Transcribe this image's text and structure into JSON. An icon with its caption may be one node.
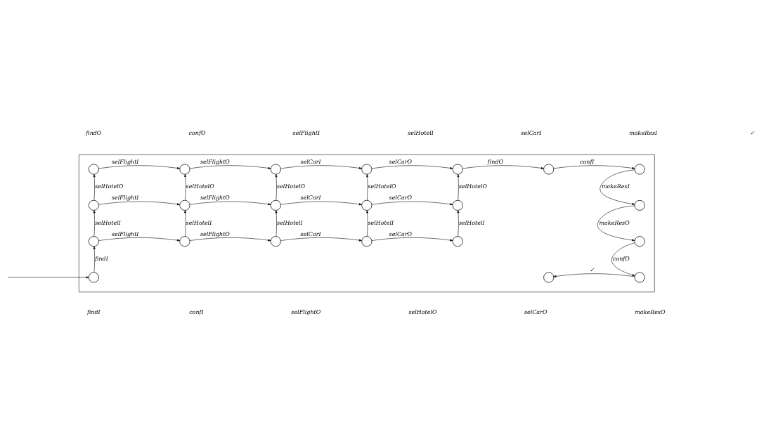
{
  "diagram": {
    "nodes": [
      {
        "text": [],
        "shape": "box"
      },
      {
        "text": [],
        "shape": "circle",
        "in": 0
      },
      {
        "text": [],
        "shape": "circle",
        "in": 0
      },
      {
        "text": [],
        "shape": "circle",
        "in": 0
      },
      {
        "text": [],
        "shape": "circle",
        "in": 0
      },
      {
        "text": [],
        "shape": "circle",
        "in": 0
      },
      {
        "text": [],
        "shape": "circle",
        "in": 0
      },
      {
        "text": [],
        "shape": "circle",
        "in": 0
      },
      {
        "text": [],
        "shape": "circle",
        "in": 0
      },
      {
        "text": [],
        "shape": "circle",
        "in": 0
      },
      {
        "text": [],
        "shape": "circle",
        "in": 0
      },
      {
        "text": [],
        "shape": "circle",
        "in": 0
      },
      {
        "text": [],
        "shape": "circle",
        "in": 0
      },
      {
        "text": [],
        "shape": "circle",
        "in": 0
      },
      {
        "text": [],
        "shape": "circle",
        "in": 0
      },
      {
        "text": [],
        "shape": "circle",
        "in": 0
      },
      {
        "text": [],
        "shape": "circle",
        "in": 0
      },
      {
        "text": [],
        "shape": "circle",
        "in": 0
      },
      {
        "text": [],
        "shape": "circle",
        "in": 0
      },
      {
        "text": [],
        "shape": "circle",
        "in": 0
      },
      {
        "text": [],
        "shape": "circle",
        "in": 0
      },
      {
        "text": [],
        "shape": "circle",
        "in": 0
      },
      {
        "text": [],
        "shape": "circle",
        "in": 0
      }
    ],
    "edges": [
      {
        "from": null,
        "to": 20,
        "arrow": "to"
      },
      {
        "from": 20,
        "to": 14,
        "arrow": "to",
        "label": "findI"
      },
      {
        "from": 14,
        "to": 15,
        "arrow": "to",
        "label": "selFlightI"
      },
      {
        "from": 15,
        "to": 16,
        "arrow": "to",
        "label": "selFlightO"
      },
      {
        "from": 16,
        "to": 17,
        "arrow": "to",
        "label": "selCarI"
      },
      {
        "from": 17,
        "to": 18,
        "arrow": "to",
        "label": "selCarO"
      },
      {
        "from": 14,
        "to": 8,
        "arrow": "to",
        "label": "selHotelI"
      },
      {
        "from": 15,
        "to": 9,
        "arrow": "to",
        "label": "selHotelI"
      },
      {
        "from": 16,
        "to": 10,
        "arrow": "to",
        "label": "selHotelI"
      },
      {
        "from": 17,
        "to": 11,
        "arrow": "to",
        "label": "selHotelI"
      },
      {
        "from": 18,
        "to": 12,
        "arrow": "to",
        "label": "selHotelI"
      },
      {
        "from": 8,
        "to": 9,
        "arrow": "to",
        "label": "selFlightI"
      },
      {
        "from": 9,
        "to": 10,
        "arrow": "to",
        "label": "selFlightO"
      },
      {
        "from": 10,
        "to": 11,
        "arrow": "to",
        "label": "selCarI"
      },
      {
        "from": 11,
        "to": 12,
        "arrow": "to",
        "label": "selCarO"
      },
      {
        "from": 8,
        "to": 1,
        "arrow": "to",
        "label": "selHotelO"
      },
      {
        "from": 9,
        "to": 2,
        "arrow": "to",
        "label": "selHotelO"
      },
      {
        "from": 10,
        "to": 3,
        "arrow": "to",
        "label": "selHotelO"
      },
      {
        "from": 11,
        "to": 4,
        "arrow": "to",
        "label": "selHotelO"
      },
      {
        "from": 12,
        "to": 5,
        "arrow": "to",
        "label": "selHotelO"
      },
      {
        "from": 1,
        "to": 2,
        "arrow": "to",
        "label": "selFlightI"
      },
      {
        "from": 2,
        "to": 3,
        "arrow": "to",
        "label": "selFlightO"
      },
      {
        "from": 3,
        "to": 4,
        "arrow": "to",
        "label": "selCarI"
      },
      {
        "from": 4,
        "to": 5,
        "arrow": "to",
        "label": "selCarO"
      },
      {
        "from": 5,
        "to": 6,
        "arrow": "to",
        "label": "findO"
      },
      {
        "from": 6,
        "to": 7,
        "arrow": "to",
        "label": "confI"
      },
      {
        "from": 7,
        "to": 13,
        "arrow": "to",
        "label": "makeResI"
      },
      {
        "from": 13,
        "to": 19,
        "arrow": "to",
        "label": "makeResO"
      },
      {
        "from": 19,
        "to": 22,
        "arrow": "to",
        "label": "confO"
      },
      {
        "from": 22,
        "to": 21,
        "arrow": "to",
        "label": "✓"
      }
    ],
    "labels": [
      "findO",
      "confO",
      "selFlightI",
      "selHotelI",
      "selCarI",
      "makeResI",
      "✓",
      "findI",
      "confI",
      "selFlightO",
      "selHotelO",
      "selCarO",
      "makeResO"
    ]
  }
}
